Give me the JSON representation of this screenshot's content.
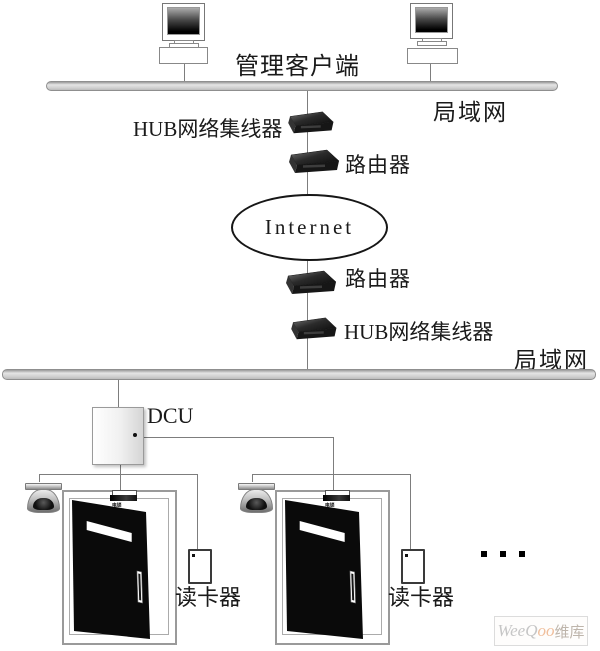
{
  "network_diagram": {
    "management_layer": {
      "client_label": "管理客户端",
      "lan_label": "局域网"
    },
    "wan_link_top": {
      "hub_label": "HUB网络集线器",
      "router_label": "路由器",
      "internet_label": "Internet"
    },
    "wan_link_bottom": {
      "router_label": "路由器",
      "hub_label": "HUB网络集线器",
      "lan_label": "局域网"
    },
    "field_layer": {
      "dcu_label": "DCU",
      "door1": {
        "lock_label": "电锁",
        "reader_label": "读卡器"
      },
      "door2": {
        "lock_label": "电锁",
        "reader_label": "读卡器"
      },
      "more_doors_ellipsis": "···"
    },
    "watermark": {
      "brand_part1": "WeeQ",
      "brand_part2": "oo",
      "brand_part3": "维库"
    },
    "colors": {
      "background": "#ffffff",
      "text": "#1a1a1a",
      "connector_line": "#7d7d7d",
      "bus_fill": "#d2d2d2",
      "device_body": "#1c1c1c",
      "door_leaf": "#0a0a0a",
      "watermark_accent": "#f0bf9c",
      "watermark_gray": "#c6c6c6"
    }
  }
}
